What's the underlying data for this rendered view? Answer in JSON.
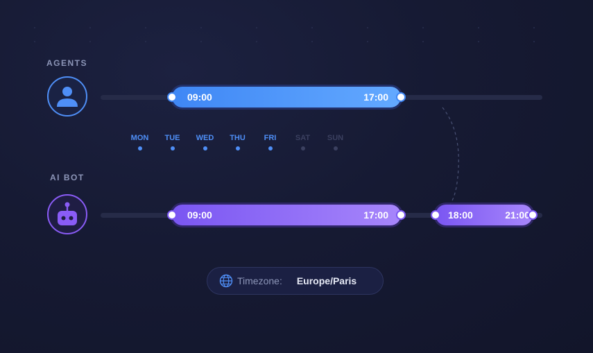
{
  "agents": {
    "label": "AGENTS",
    "ranges": [
      {
        "start": "09:00",
        "end": "17:00"
      }
    ]
  },
  "days": [
    {
      "label": "MON",
      "active": true
    },
    {
      "label": "TUE",
      "active": true
    },
    {
      "label": "WED",
      "active": true
    },
    {
      "label": "THU",
      "active": true
    },
    {
      "label": "FRI",
      "active": true
    },
    {
      "label": "SAT",
      "active": false
    },
    {
      "label": "SUN",
      "active": false
    }
  ],
  "bot": {
    "label": "AI BOT",
    "ranges": [
      {
        "start": "09:00",
        "end": "17:00"
      },
      {
        "start": "18:00",
        "end": "21:00"
      }
    ]
  },
  "timezone": {
    "label": "Timezone:",
    "value": "Europe/Paris"
  },
  "colors": {
    "agent_accent": "#4f8ff7",
    "bot_accent": "#8a5cf6",
    "inactive_day": "#3b4060"
  },
  "icons": {
    "agent": "person-icon",
    "bot": "robot-icon",
    "timezone": "globe-icon"
  }
}
